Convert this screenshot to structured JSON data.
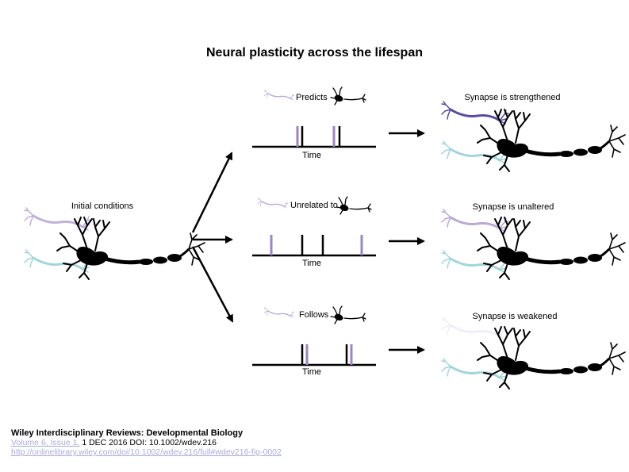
{
  "title": "Neural plasticity across the lifespan",
  "initial": {
    "label": "Initial conditions"
  },
  "scenarios": [
    {
      "relation": "Predicts",
      "time_label": "Time",
      "outcome": "Synapse is strengthened"
    },
    {
      "relation": "Unrelated to",
      "time_label": "Time",
      "outcome": "Synapse is unaltered"
    },
    {
      "relation": "Follows",
      "time_label": "Time",
      "outcome": "Synapse is weakened"
    }
  ],
  "colors": {
    "purple": "#9b85c4",
    "purple_dark": "#5b48a8",
    "cyan": "#8ccfd6",
    "neuron": "#000000"
  },
  "footer": {
    "journal": "Wiley Interdisciplinary Reviews: Developmental Biology",
    "volume_link": "Volume 6, Issue 1,",
    "date_doi": "1 DEC 2016 DOI: 10.1002/wdev.216",
    "url": "http://onlinelibrary.wiley.com/doi/10.1002/wdev.216/full#wdev216-fig-0002"
  }
}
